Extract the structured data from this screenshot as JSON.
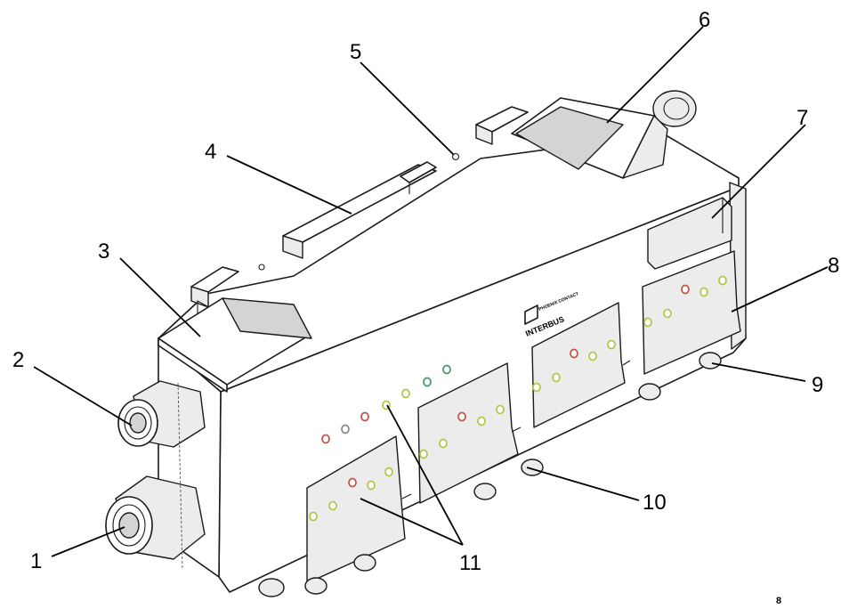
{
  "diagram": {
    "brand_text": "INTERBUS",
    "logo_text": "PHOENIX CONTACT",
    "mark": "8",
    "callouts": [
      "1",
      "2",
      "3",
      "4",
      "5",
      "6",
      "7",
      "8",
      "9",
      "10",
      "11"
    ],
    "colors": {
      "led_yellow": "#b5c64a",
      "led_red": "#c4564a",
      "led_green": "#4a9a6a",
      "led_blue": "#5a6ca8",
      "led_gray": "#8a8a8a"
    }
  }
}
